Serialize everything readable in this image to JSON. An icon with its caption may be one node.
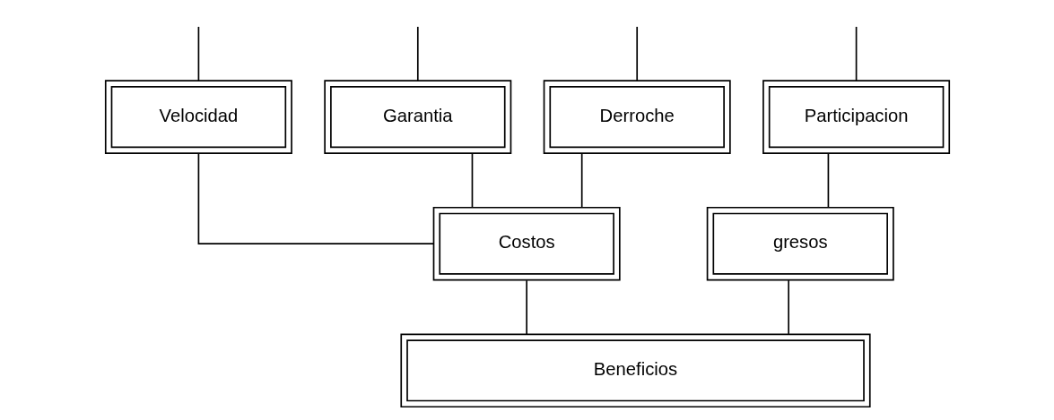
{
  "diagram": {
    "nodes": [
      {
        "text": [
          "Participacion"
        ]
      },
      {
        "text": [
          "Velocidad"
        ]
      },
      {
        "text": [
          "Garantia"
        ]
      },
      {
        "text": [
          "Derroche"
        ]
      },
      {
        "text": [
          "gresos"
        ]
      },
      {
        "text": [
          "Costos"
        ]
      },
      {
        "text": [
          "Beneficios"
        ]
      }
    ],
    "edges": [
      {
        "from": null,
        "to": 0,
        "arrow": "none"
      },
      {
        "from": null,
        "to": 1,
        "arrow": "none"
      },
      {
        "from": null,
        "to": 2,
        "arrow": "none"
      },
      {
        "from": null,
        "to": 3,
        "arrow": "none"
      },
      {
        "from": 0,
        "to": 4,
        "arrow": "none"
      },
      {
        "from": 1,
        "to": 5,
        "arrow": "none"
      },
      {
        "from": 2,
        "to": 5,
        "arrow": "none"
      },
      {
        "from": 3,
        "to": 5,
        "arrow": "none"
      },
      {
        "from": 4,
        "to": 6,
        "arrow": "none"
      },
      {
        "from": 5,
        "to": 6,
        "arrow": "none"
      }
    ]
  }
}
